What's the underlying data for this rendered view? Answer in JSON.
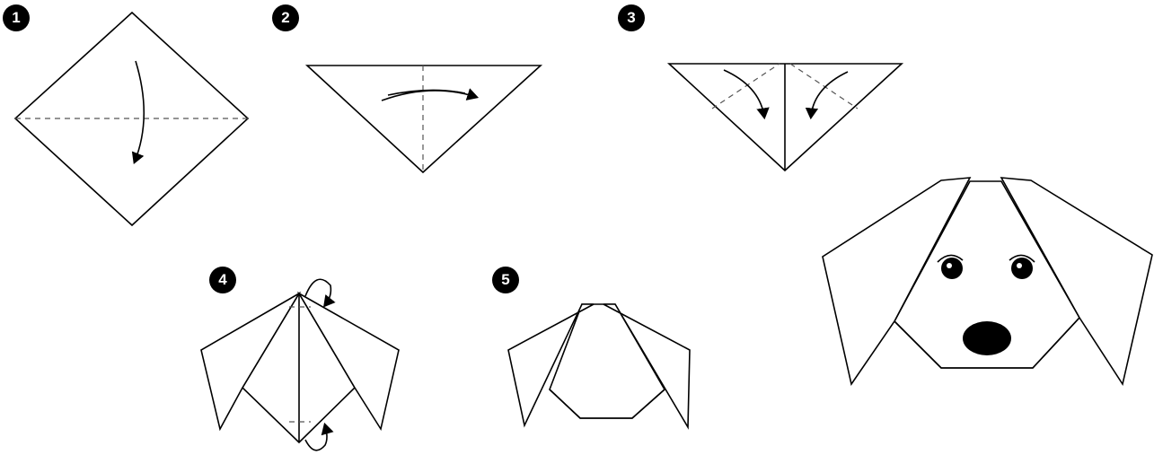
{
  "diagram": {
    "steps": [
      {
        "number": "1"
      },
      {
        "number": "2"
      },
      {
        "number": "3"
      },
      {
        "number": "4"
      },
      {
        "number": "5"
      }
    ],
    "colors": {
      "ink": "#000000",
      "paper": "#ffffff",
      "fold_line": "#555555"
    }
  }
}
